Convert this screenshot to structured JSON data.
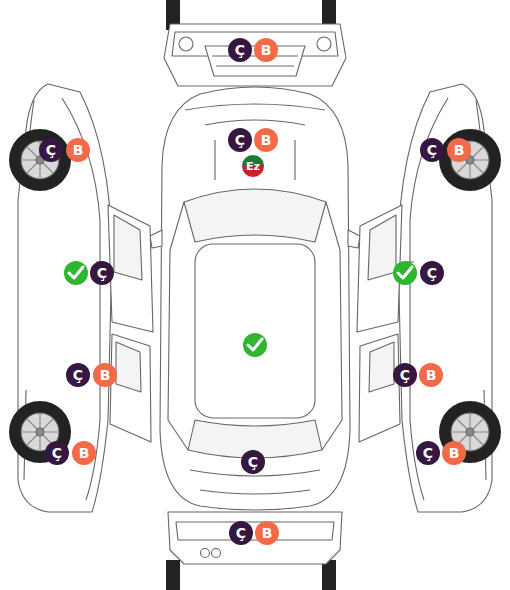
{
  "diagram": {
    "nodes": [
      {
        "text": [
          "Ç"
        ]
      },
      {
        "text": [
          "B"
        ]
      },
      {
        "text": [
          "Ç"
        ]
      },
      {
        "text": [
          "B"
        ]
      },
      {
        "text": [
          "Ç"
        ]
      },
      {
        "text": [
          "B"
        ]
      },
      {
        "text": [
          "Ç"
        ]
      },
      {
        "text": [
          "B"
        ]
      },
      {
        "text": [
          "Ez"
        ]
      },
      {
        "text": [
          "Ç"
        ]
      },
      {
        "text": [
          "Ç"
        ]
      },
      {
        "text": [
          "Ç"
        ]
      },
      {
        "text": [
          "B"
        ]
      },
      {
        "text": [
          "Ç"
        ]
      },
      {
        "text": [
          "B"
        ]
      },
      {
        "text": [
          "Ç"
        ]
      },
      {
        "text": [
          "B"
        ]
      },
      {
        "text": [
          "Ç"
        ]
      },
      {
        "text": [
          "Ç"
        ]
      },
      {
        "text": [
          "B"
        ]
      },
      {
        "text": [
          "Ç"
        ]
      },
      {
        "text": [
          "B"
        ]
      }
    ]
  }
}
